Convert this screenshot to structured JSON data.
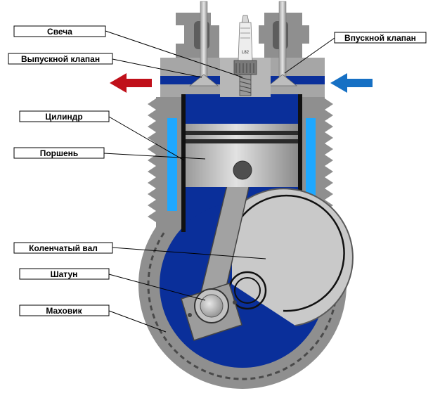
{
  "labels": {
    "spark_plug": "Свеча",
    "intake_valve": "Впускной клапан",
    "exhaust_valve": "Выпускной клапан",
    "cylinder": "Цилиндр",
    "piston": "Поршень",
    "crankshaft": "Коленчатый вал",
    "connecting_rod": "Шатун",
    "flywheel": "Маховик"
  },
  "plug_marking": "L82",
  "colors": {
    "engine_blue": "#0a2f9a",
    "coolant_cyan": "#1ea8ff",
    "exhaust_arrow": "#c0101a",
    "intake_arrow": "#1670c4",
    "metal_gray": "#a4a4a4",
    "metal_dark": "#5a5a5a",
    "metal_light": "#d4d4d4"
  }
}
